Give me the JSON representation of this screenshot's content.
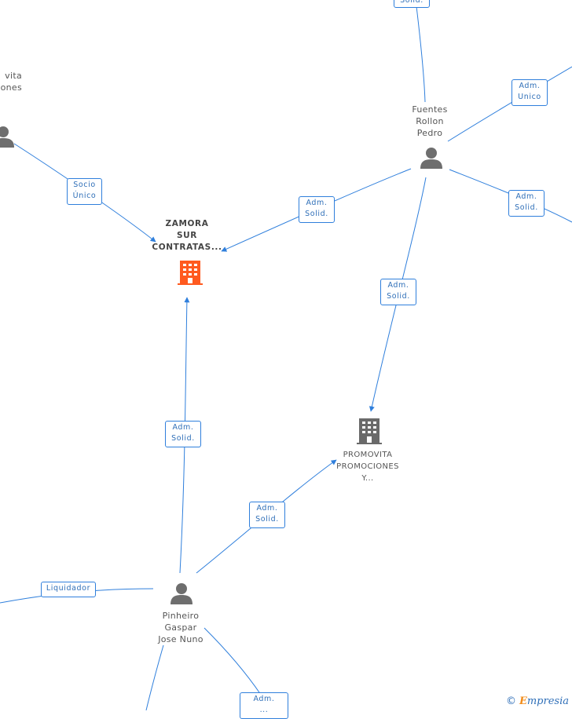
{
  "nodes": {
    "zamora": {
      "label": "ZAMORA\nSUR\nCONTRATAS...",
      "icon": "building-icon",
      "color": "#ff5a1f"
    },
    "promovita": {
      "label": "PROMOVITA\nPROMOCIONES\nY...",
      "icon": "building-icon",
      "color": "#6a6a6a"
    },
    "fuentes": {
      "label": "Fuentes\nRollon\nPedro",
      "icon": "person-icon"
    },
    "pinheiro": {
      "label": "Pinheiro\nGaspar\nJose Nuno",
      "icon": "person-icon"
    },
    "promovita_partial": {
      "label": "vita\nones",
      "icon": "person-icon"
    }
  },
  "edge_labels": {
    "socio_unico": "Socio\nÚnico",
    "fuentes_zamora": "Adm.\nSolid.",
    "fuentes_promovita": "Adm.\nSolid.",
    "fuentes_top": "Solid.",
    "fuentes_right_top": "Adm.\nUnico",
    "fuentes_right": "Adm.\nSolid.",
    "pinheiro_zamora": "Adm.\nSolid.",
    "pinheiro_promovita": "Adm.\nSolid.",
    "liquidador": "Liquidador",
    "pinheiro_bottom": "Adm.\n..."
  },
  "branding": {
    "copyright": "©",
    "brand_initial": "E",
    "brand_rest": "mpresia"
  },
  "colors": {
    "edge": "#2f7fdc",
    "company_main": "#ff5a1f",
    "company": "#6a6a6a",
    "person": "#6e6e6e"
  }
}
